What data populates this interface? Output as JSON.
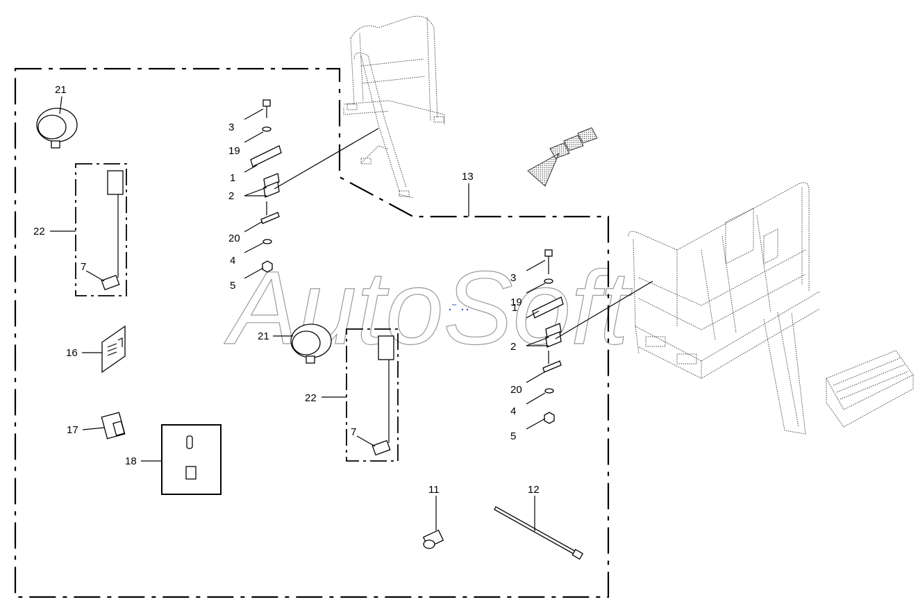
{
  "watermark": "AutoSoft",
  "callouts": {
    "c21a": "21",
    "c22a": "22",
    "c7a": "7",
    "c16": "16",
    "c17": "17",
    "c18": "18",
    "c3a": "3",
    "c19a": "19",
    "c1a": "1",
    "c2a": "2",
    "c20a": "20",
    "c4a": "4",
    "c5a": "5",
    "c13": "13",
    "c21b": "21",
    "c22b": "22",
    "c7b": "7",
    "c3b": "3",
    "c19b": "19",
    "c1b": "1",
    "c2b": "2",
    "c20b": "20",
    "c4b": "4",
    "c5b": "5",
    "c11": "11",
    "c12": "12"
  },
  "colors": {
    "lines": "#000000",
    "watermark": "#999999",
    "pattern": "#555555"
  },
  "icons": [
    "work-lamp-icon",
    "headlight-symbol-icon",
    "rocker-switch-icon",
    "bulb-icon",
    "fuse-icon",
    "cable-clamp-icon",
    "cable-tie-icon",
    "direction-arrow-icon"
  ]
}
